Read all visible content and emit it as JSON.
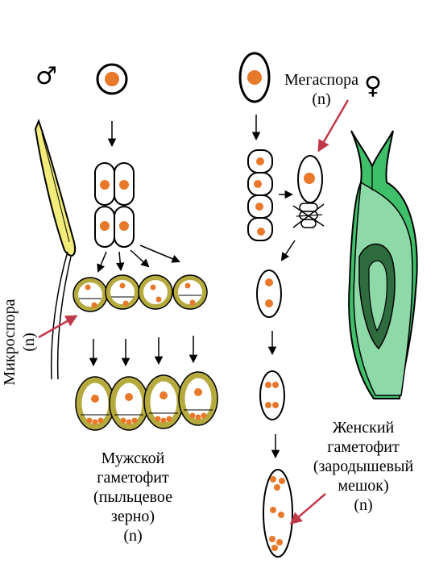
{
  "symbols": {
    "male": "♂",
    "female": "♀"
  },
  "labels": {
    "megaspore": [
      "Мегаспора",
      "(n)"
    ],
    "microspore": [
      "Микроспора",
      "(n)"
    ],
    "male_gametophyte": [
      "Мужской",
      "гаметофит",
      "(пыльцевое",
      "зерно)",
      "(n)"
    ],
    "female_gametophyte": [
      "Женский",
      "гаметофит",
      "(зародышевый",
      "мешок)",
      "(n)"
    ]
  },
  "colors": {
    "nucleus": "#e8782a",
    "pollen_wall": "#b5aa3e",
    "anther": "#f2ec7a",
    "ovule_light": "#8ed9a8",
    "ovule_mid": "#3fbf6a",
    "ovule_dark": "#2e6b3f",
    "pointer_arrow": "#c0394b"
  }
}
